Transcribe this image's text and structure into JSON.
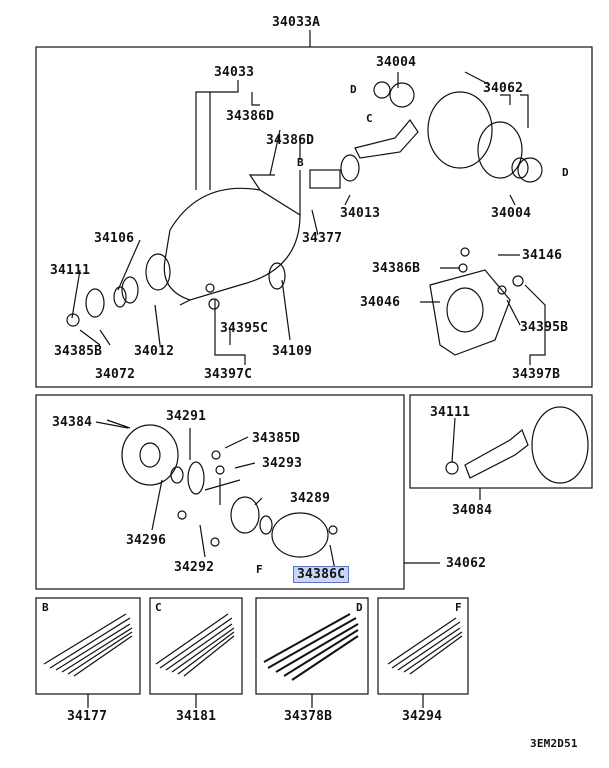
{
  "diagram": {
    "assembly_label": "34033A",
    "code": "3EM2D51",
    "main_box": {
      "labels": {
        "p34033": "34033",
        "p34386D_a": "34386D",
        "p34386D_b": "34386D",
        "p34004_top": "34004",
        "p34062": "34062",
        "p34106": "34106",
        "p34111": "34111",
        "p34385B": "34385B",
        "p34072": "34072",
        "p34012": "34012",
        "p34395C": "34395C",
        "p34397C": "34397C",
        "p34109": "34109",
        "p34377": "34377",
        "p34013": "34013",
        "p34004_bot": "34004",
        "p34386B": "34386B",
        "p34146": "34146",
        "p34046": "34046",
        "p34395B": "34395B",
        "p34397B": "34397B"
      },
      "tags": {
        "d1": "D",
        "c1": "C",
        "b1": "B",
        "d2": "D"
      }
    },
    "diff_box": {
      "labels": {
        "p34384": "34384",
        "p34291": "34291",
        "p34385D": "34385D",
        "p34293": "34293",
        "p34289": "34289",
        "p34296": "34296",
        "p34292": "34292",
        "p34386C": "34386C",
        "p34062_side": "34062"
      },
      "tags": {
        "f1": "F"
      }
    },
    "gear_box": {
      "labels": {
        "p34111": "34111",
        "p34084": "34084"
      }
    },
    "springs": [
      {
        "tag": "B",
        "part": "34177"
      },
      {
        "tag": "C",
        "part": "34181"
      },
      {
        "tag": "D",
        "part": "34378B"
      },
      {
        "tag": "F",
        "part": "34294"
      }
    ]
  }
}
